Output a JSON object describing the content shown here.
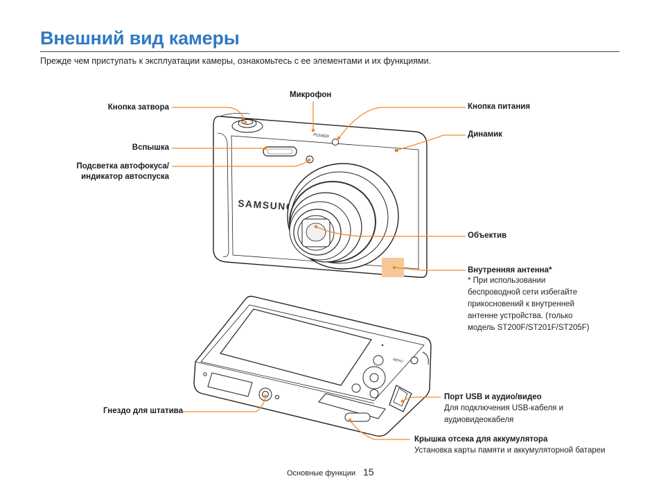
{
  "page": {
    "title": "Внешний вид камеры",
    "intro": "Прежде чем приступать к эксплуатации камеры, ознакомьтесь с ее элементами и их функциями."
  },
  "camera_front": {
    "brand": "SAMSUNG",
    "power_label": "POWER",
    "labels": {
      "shutter": "Кнопка затвора",
      "flash": "Вспышка",
      "af_assist": "Подсветка автофокуса/\nиндикатор автоспуска",
      "microphone": "Микрофон",
      "power": "Кнопка питания",
      "speaker": "Динамик",
      "lens": "Объектив",
      "antenna": "Внутренняя антенна*",
      "antenna_note": "* При использовании\n   беспроводной сети избегайте\n   прикосновений к внутренней\n   антенне устройства. (только\n   модель ST200F/ST201F/ST205F)"
    }
  },
  "camera_bottom": {
    "menu_label": "MENU",
    "labels": {
      "tripod": "Гнездо для штатива",
      "usb_port": "Порт USB и аудио/видео",
      "usb_desc": "Для подключения USB-кабеля и\nаудиовидеокабеля",
      "battery_cover": "Крышка отсека для аккумулятора",
      "battery_desc": "Установка карты памяти и аккумуляторной батареи"
    }
  },
  "footer": {
    "section": "Основные функции",
    "page_number": "15"
  },
  "colors": {
    "title": "#2f7ac3",
    "leader": "#f08a2c",
    "antenna_highlight": "#f7c79a"
  }
}
